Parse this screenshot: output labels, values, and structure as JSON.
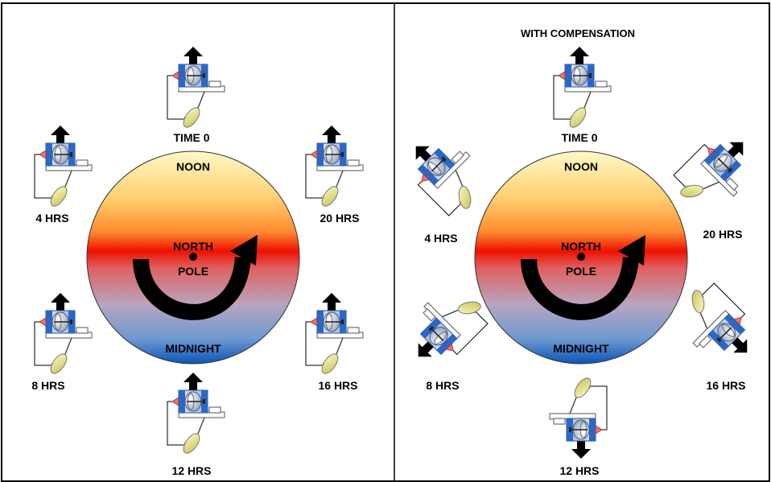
{
  "left_panel": {
    "center_label_line1": "NORTH",
    "center_label_line2": "POLE",
    "noon_label": "NOON",
    "midnight_label": "MIDNIGHT",
    "time_labels": {
      "t0": "TIME 0",
      "t4": "4 HRS",
      "t8": "8 HRS",
      "t12": "12 HRS",
      "t16": "16 HRS",
      "t20": "20 HRS"
    }
  },
  "right_panel": {
    "title": "WITH COMPENSATION",
    "center_label_line1": "NORTH",
    "center_label_line2": "POLE",
    "noon_label": "NOON",
    "midnight_label": "MIDNIGHT",
    "time_labels": {
      "t0": "TIME 0",
      "t4": "4 HRS",
      "t8": "8 HRS",
      "t12": "12 HRS",
      "t16": "16 HRS",
      "t20": "20 HRS"
    }
  },
  "colors": {
    "noon": "#fff3c0",
    "equator": "#ee1100",
    "midnight": "#1a63c0",
    "gyro_blue": "#2a68c8",
    "pendulum": "#e8e48a",
    "marker": "#f07070"
  }
}
